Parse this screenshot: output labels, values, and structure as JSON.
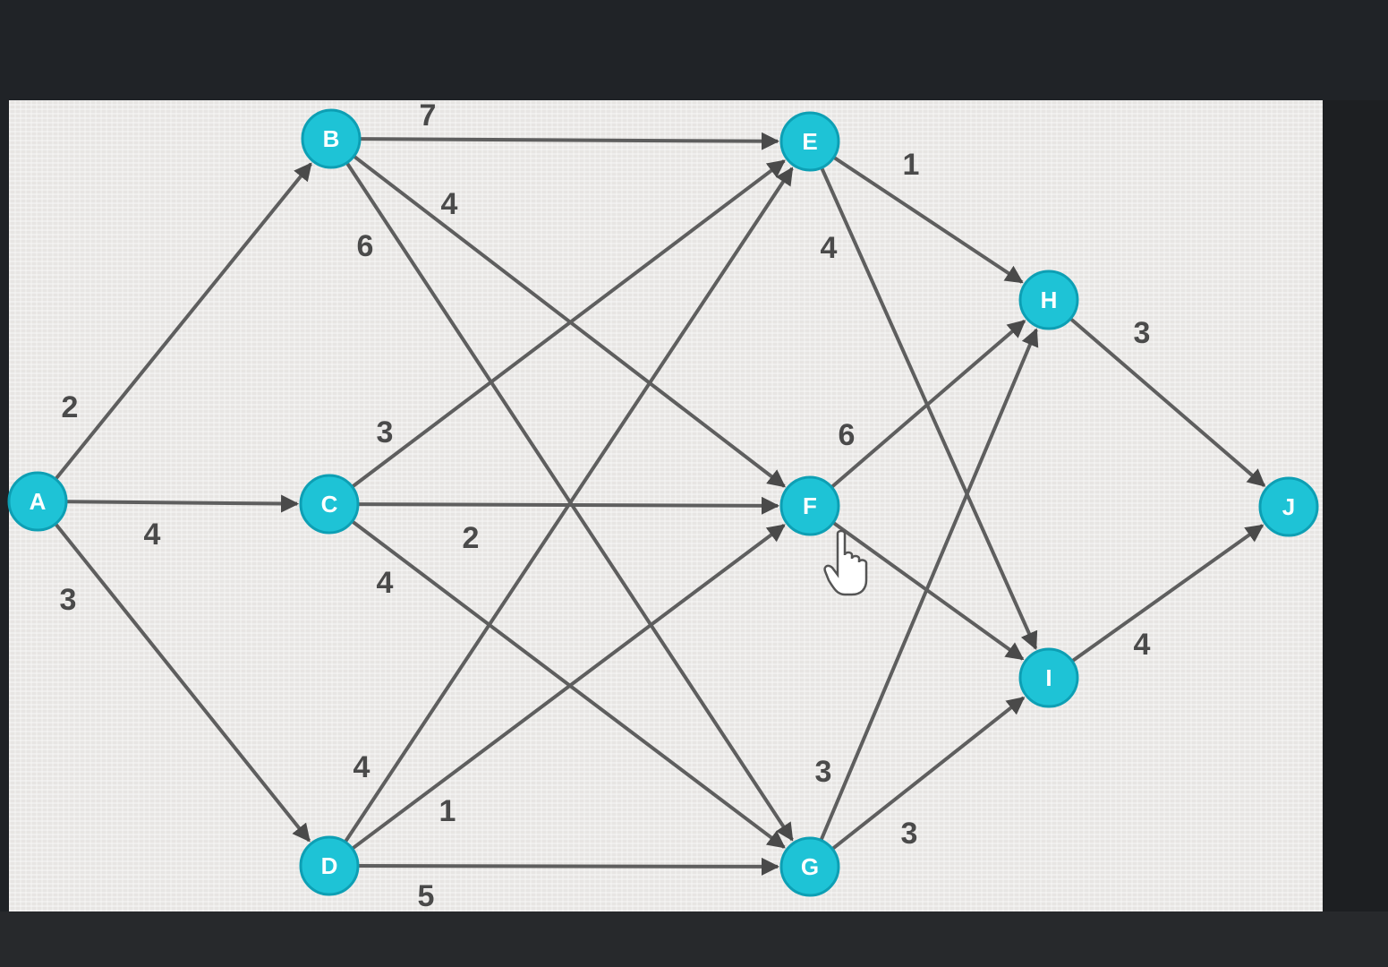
{
  "diagram": {
    "type": "directed-weighted-graph",
    "node_color": "#1ec3d6",
    "edge_color": "#5e5e5e",
    "nodes": [
      {
        "id": "A",
        "label": "A"
      },
      {
        "id": "B",
        "label": "B"
      },
      {
        "id": "C",
        "label": "C"
      },
      {
        "id": "D",
        "label": "D"
      },
      {
        "id": "E",
        "label": "E"
      },
      {
        "id": "F",
        "label": "F"
      },
      {
        "id": "G",
        "label": "G"
      },
      {
        "id": "H",
        "label": "H"
      },
      {
        "id": "I",
        "label": "I"
      },
      {
        "id": "J",
        "label": "J"
      }
    ],
    "edges": [
      {
        "from": "A",
        "to": "B",
        "weight": "2"
      },
      {
        "from": "A",
        "to": "C",
        "weight": "4"
      },
      {
        "from": "A",
        "to": "D",
        "weight": "3"
      },
      {
        "from": "B",
        "to": "E",
        "weight": "7"
      },
      {
        "from": "B",
        "to": "F",
        "weight": "4"
      },
      {
        "from": "B",
        "to": "G",
        "weight": "6"
      },
      {
        "from": "C",
        "to": "E",
        "weight": "3"
      },
      {
        "from": "C",
        "to": "F",
        "weight": "2"
      },
      {
        "from": "C",
        "to": "G",
        "weight": "4"
      },
      {
        "from": "D",
        "to": "E",
        "weight": "4"
      },
      {
        "from": "D",
        "to": "F",
        "weight": "1"
      },
      {
        "from": "D",
        "to": "G",
        "weight": "5"
      },
      {
        "from": "E",
        "to": "H",
        "weight": "1"
      },
      {
        "from": "E",
        "to": "I",
        "weight": "4"
      },
      {
        "from": "F",
        "to": "H",
        "weight": "6"
      },
      {
        "from": "F",
        "to": "I",
        "weight": ""
      },
      {
        "from": "G",
        "to": "H",
        "weight": "3"
      },
      {
        "from": "G",
        "to": "I",
        "weight": "3"
      },
      {
        "from": "H",
        "to": "J",
        "weight": "3"
      },
      {
        "from": "I",
        "to": "J",
        "weight": "4"
      }
    ]
  },
  "cursor": {
    "icon": "hand-pointer-icon"
  }
}
